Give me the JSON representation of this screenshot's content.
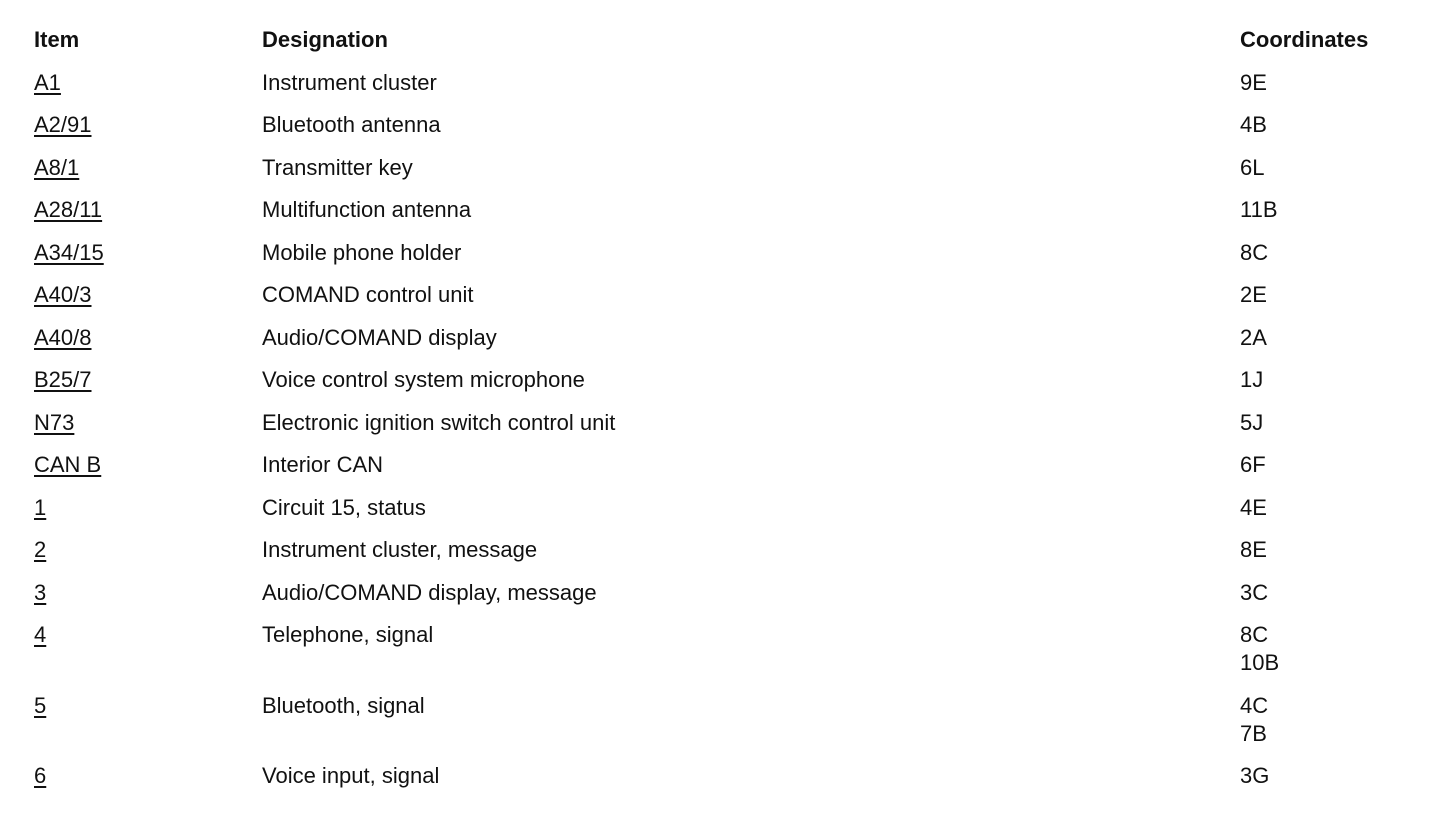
{
  "header": {
    "item": "Item",
    "designation": "Designation",
    "coordinates": "Coordinates"
  },
  "rows": [
    {
      "item": "A1",
      "designation": "Instrument cluster",
      "coordinates": [
        "9E"
      ]
    },
    {
      "item": "A2/91",
      "designation": "Bluetooth antenna",
      "coordinates": [
        "4B"
      ]
    },
    {
      "item": "A8/1",
      "designation": "Transmitter key",
      "coordinates": [
        "6L"
      ]
    },
    {
      "item": "A28/11",
      "designation": "Multifunction antenna",
      "coordinates": [
        "11B"
      ]
    },
    {
      "item": "A34/15",
      "designation": "Mobile phone holder",
      "coordinates": [
        "8C"
      ]
    },
    {
      "item": "A40/3",
      "designation": "COMAND control unit",
      "coordinates": [
        "2E"
      ]
    },
    {
      "item": "A40/8",
      "designation": "Audio/COMAND display",
      "coordinates": [
        "2A"
      ]
    },
    {
      "item": "B25/7",
      "designation": "Voice control system microphone",
      "coordinates": [
        "1J"
      ]
    },
    {
      "item": "N73",
      "designation": "Electronic ignition switch control unit",
      "coordinates": [
        "5J"
      ]
    },
    {
      "item": "CAN B",
      "designation": "Interior CAN",
      "coordinates": [
        "6F"
      ]
    },
    {
      "item": "1",
      "designation": "Circuit 15, status",
      "coordinates": [
        "4E"
      ]
    },
    {
      "item": "2",
      "designation": "Instrument cluster, message",
      "coordinates": [
        "8E"
      ]
    },
    {
      "item": "3",
      "designation": "Audio/COMAND display, message",
      "coordinates": [
        "3C"
      ]
    },
    {
      "item": "4",
      "designation": "Telephone, signal",
      "coordinates": [
        "8C",
        "10B"
      ]
    },
    {
      "item": "5",
      "designation": "Bluetooth, signal",
      "coordinates": [
        "4C",
        "7B"
      ]
    },
    {
      "item": "6",
      "designation": "Voice input, signal",
      "coordinates": [
        "3G"
      ]
    }
  ]
}
